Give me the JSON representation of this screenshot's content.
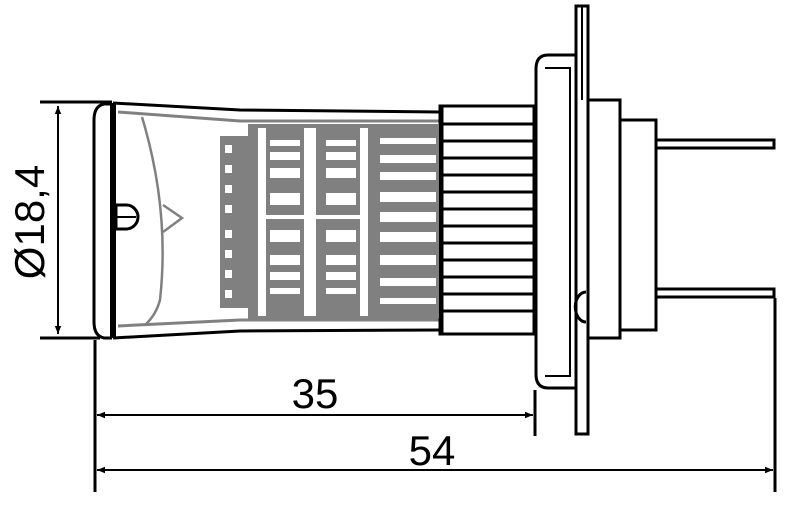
{
  "drawing": {
    "diameter_label": "Ø18,4",
    "length_to_flange_label": "35",
    "overall_length_label": "54",
    "line_color": "#000000",
    "internal_color": "#808080"
  }
}
